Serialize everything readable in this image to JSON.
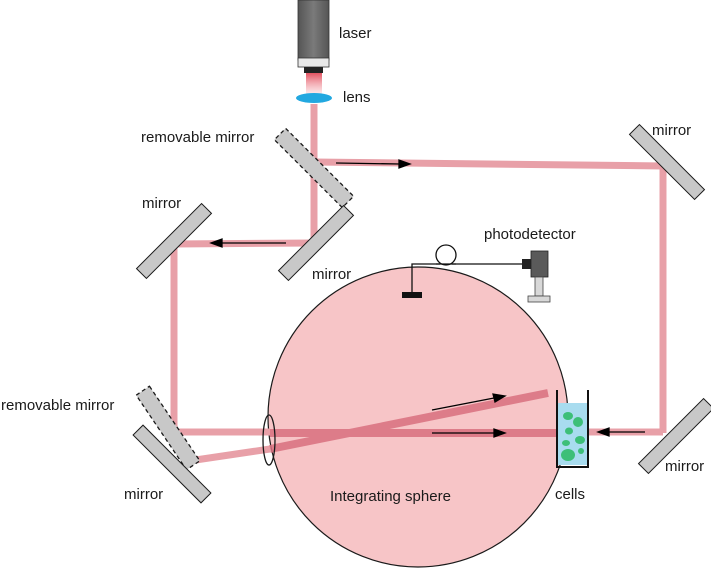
{
  "labels": {
    "laser": "laser",
    "lens": "lens",
    "removable_mirror_top": "removable mirror",
    "mirror_top_right": "mirror",
    "mirror_left_upper": "mirror",
    "mirror_center": "mirror",
    "photodetector": "photodetector",
    "removable_mirror_bottom": "removable mirror",
    "mirror_bottom_left": "mirror",
    "integrating_sphere": "Integrating sphere",
    "cells": "cells",
    "mirror_bottom_right": "mirror"
  },
  "colors": {
    "beam": "#e8a0a8",
    "beam_dark": "#d9707f",
    "sphere_fill": "#f7c5c7",
    "mirror_fill": "#c8c8c8",
    "lens_fill": "#22a8e0",
    "cuvette_liquid": "#a8dcef",
    "cell_color": "#3cbf78",
    "laser_body": "#6b6b6b"
  }
}
